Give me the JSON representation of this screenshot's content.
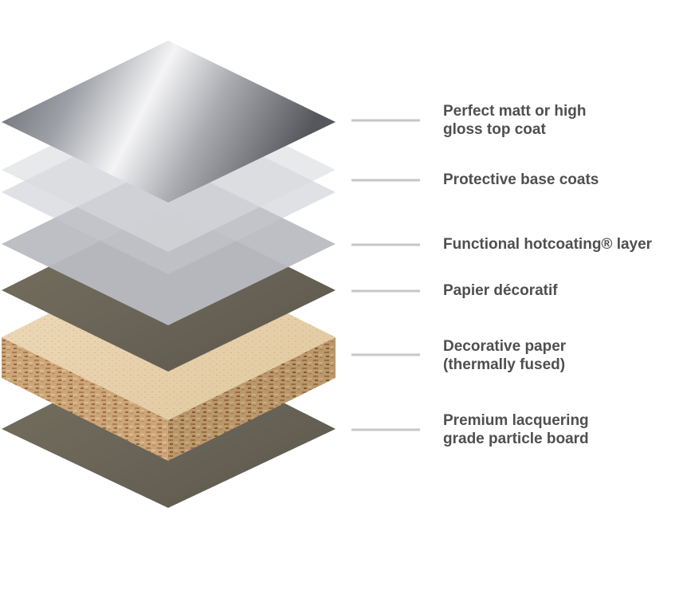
{
  "layers": [
    {
      "id": "top-coat",
      "lines": [
        "Perfect matt or high",
        "gloss top coat"
      ]
    },
    {
      "id": "base-coats",
      "lines": [
        "Protective base coats"
      ]
    },
    {
      "id": "hotcoating",
      "lines": [
        "Functional hotcoating® layer"
      ]
    },
    {
      "id": "papier",
      "lines": [
        "Papier décoratif"
      ]
    },
    {
      "id": "decorative",
      "lines": [
        "Decorative paper",
        "(thermally fused)"
      ]
    },
    {
      "id": "particle-board",
      "lines": [
        "Premium lacquering",
        "grade particle board"
      ]
    }
  ],
  "colors": {
    "label_text": "#4f4f4f",
    "leader_line": "#c7c7c7",
    "paper_layer": "#6f6a5f",
    "base_coat": "#d2d4d8",
    "hotcoat": "#b9bcc2",
    "board_top": "#e7d2b0",
    "board_side": "#c9a57a"
  }
}
